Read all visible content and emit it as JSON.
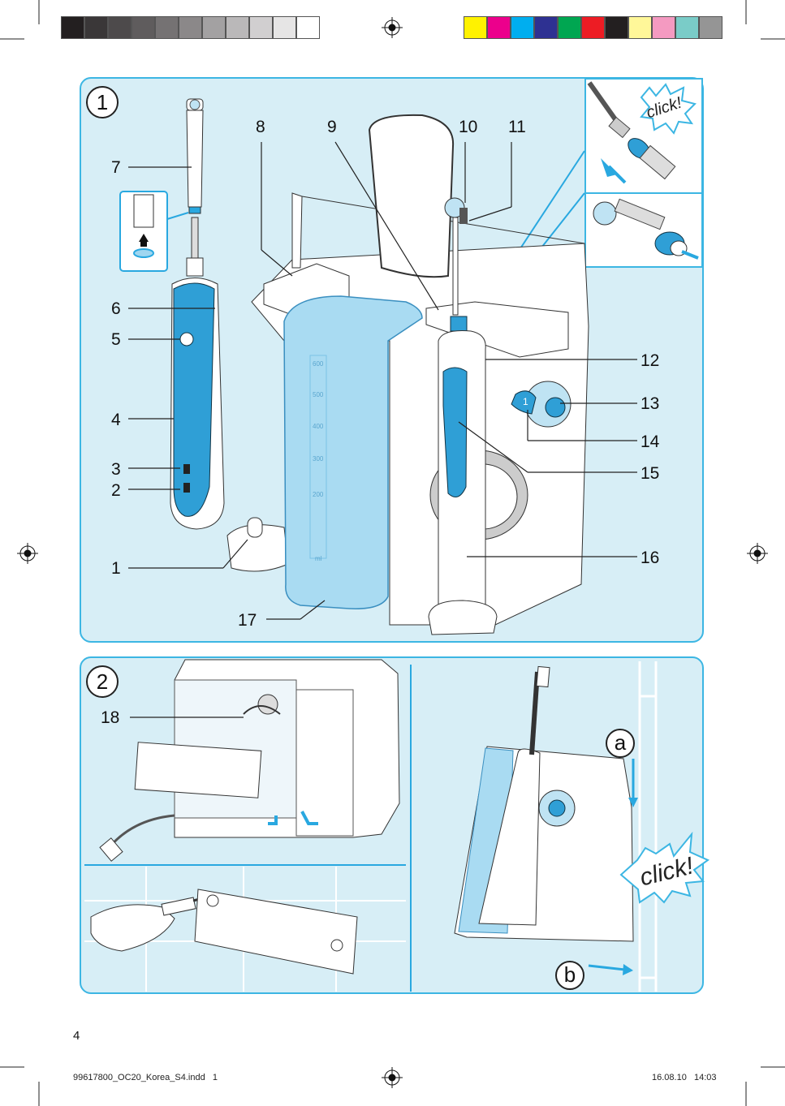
{
  "color_bar_gray": [
    "#231f20",
    "#3a3738",
    "#4d4a4b",
    "#5f5c5d",
    "#757273",
    "#8b8889",
    "#a3a1a2",
    "#bab8b9",
    "#d1cfd0",
    "#e6e5e5",
    "#ffffff"
  ],
  "color_bar_process": [
    "#fff200",
    "#ec008c",
    "#00aeef",
    "#2e3192",
    "#00a651",
    "#ed1c24",
    "#231f20",
    "#fff799",
    "#f49ac1",
    "#7accc8",
    "#959595"
  ],
  "colors": {
    "panel_fill": "#d7eef6",
    "panel_border": "#3cb6e3",
    "accent_blue": "#29a8e0"
  },
  "figure1": {
    "number": "1",
    "callouts": [
      "1",
      "2",
      "3",
      "4",
      "5",
      "6",
      "7",
      "8",
      "9",
      "10",
      "11",
      "12",
      "13",
      "14",
      "15",
      "16",
      "17"
    ],
    "inset_text": "click!",
    "dial_number": "1",
    "tank_marks": [
      "600",
      "500",
      "400",
      "300",
      "200",
      "ml"
    ]
  },
  "figure2": {
    "number": "2",
    "callout": "18",
    "step_a": "a",
    "step_b": "b",
    "click_text": "click!"
  },
  "page_number": "4",
  "footer": {
    "file": "99617800_OC20_Korea_S4.indd   1",
    "date": "16.08.10   14:03"
  }
}
